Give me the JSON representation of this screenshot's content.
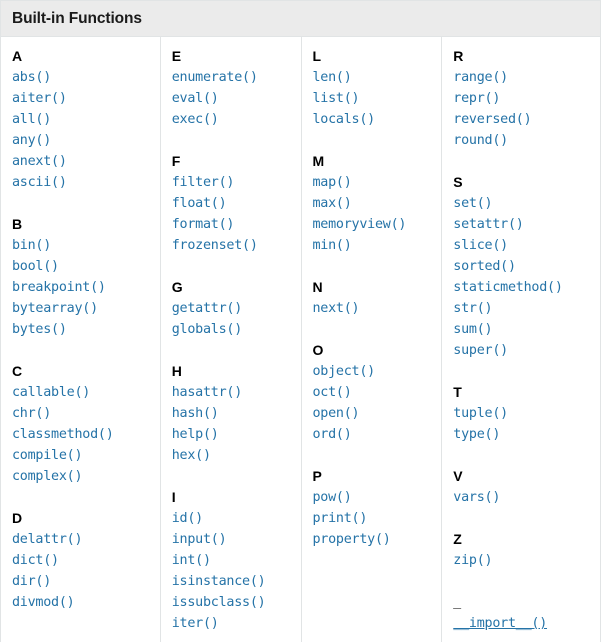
{
  "header": {
    "title": "Built-in Functions"
  },
  "colors": {
    "link": "#2573a7",
    "header_bg": "#ebebeb",
    "border": "#e1e4e5",
    "text": "#000000",
    "page_bg": "#ffffff"
  },
  "columns": [
    {
      "groups": [
        {
          "letter": "A",
          "functions": [
            "abs()",
            "aiter()",
            "all()",
            "any()",
            "anext()",
            "ascii()"
          ]
        },
        {
          "letter": "B",
          "functions": [
            "bin()",
            "bool()",
            "breakpoint()",
            "bytearray()",
            "bytes()"
          ]
        },
        {
          "letter": "C",
          "functions": [
            "callable()",
            "chr()",
            "classmethod()",
            "compile()",
            "complex()"
          ]
        },
        {
          "letter": "D",
          "functions": [
            "delattr()",
            "dict()",
            "dir()",
            "divmod()"
          ]
        }
      ]
    },
    {
      "groups": [
        {
          "letter": "E",
          "functions": [
            "enumerate()",
            "eval()",
            "exec()"
          ]
        },
        {
          "letter": "F",
          "functions": [
            "filter()",
            "float()",
            "format()",
            "frozenset()"
          ]
        },
        {
          "letter": "G",
          "functions": [
            "getattr()",
            "globals()"
          ]
        },
        {
          "letter": "H",
          "functions": [
            "hasattr()",
            "hash()",
            "help()",
            "hex()"
          ]
        },
        {
          "letter": "I",
          "functions": [
            "id()",
            "input()",
            "int()",
            "isinstance()",
            "issubclass()",
            "iter()"
          ]
        }
      ]
    },
    {
      "groups": [
        {
          "letter": "L",
          "functions": [
            "len()",
            "list()",
            "locals()"
          ]
        },
        {
          "letter": "M",
          "functions": [
            "map()",
            "max()",
            "memoryview()",
            "min()"
          ]
        },
        {
          "letter": "N",
          "functions": [
            "next()"
          ]
        },
        {
          "letter": "O",
          "functions": [
            "object()",
            "oct()",
            "open()",
            "ord()"
          ]
        },
        {
          "letter": "P",
          "functions": [
            "pow()",
            "print()",
            "property()"
          ]
        }
      ]
    },
    {
      "groups": [
        {
          "letter": "R",
          "functions": [
            "range()",
            "repr()",
            "reversed()",
            "round()"
          ]
        },
        {
          "letter": "S",
          "functions": [
            "set()",
            "setattr()",
            "slice()",
            "sorted()",
            "staticmethod()",
            "str()",
            "sum()",
            "super()"
          ]
        },
        {
          "letter": "T",
          "functions": [
            "tuple()",
            "type()"
          ]
        },
        {
          "letter": "V",
          "functions": [
            "vars()"
          ]
        },
        {
          "letter": "Z",
          "functions": [
            "zip()"
          ]
        },
        {
          "letter": "_",
          "functions": [
            "__import__()"
          ],
          "hovered": [
            "__import__()"
          ]
        }
      ]
    }
  ]
}
